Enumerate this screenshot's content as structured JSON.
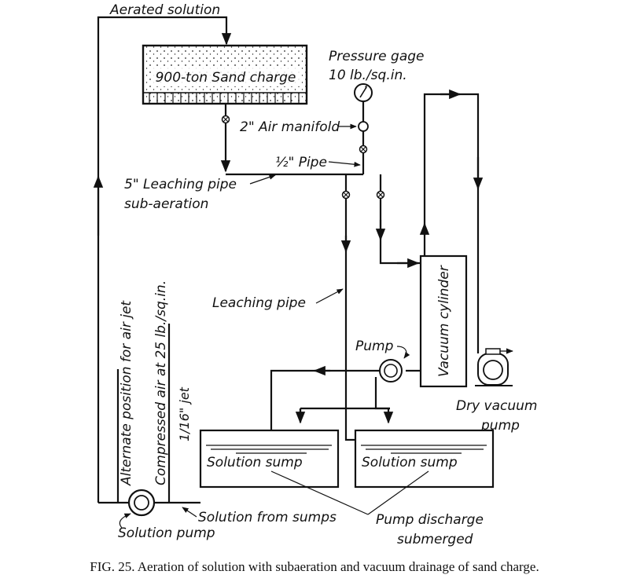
{
  "figure": {
    "caption": "FIG. 25. Aeration of solution with subaeration and vacuum drainage of sand charge."
  },
  "labels": {
    "aerated_solution": "Aerated solution",
    "sand_charge": "900-ton Sand charge",
    "pressure_gage_line1": "Pressure gage",
    "pressure_gage_line2": "10 lb./sq.in.",
    "air_manifold": "2\" Air manifold",
    "half_pipe": "½\" Pipe",
    "leaching_pipe_5_line1": "5\" Leaching pipe",
    "leaching_pipe_5_line2": "sub-aeration",
    "leaching_pipe": "Leaching pipe",
    "vacuum_cylinder": "Vacuum cylinder",
    "pump": "Pump",
    "dry_vacuum_pump_line1": "Dry vacuum",
    "dry_vacuum_pump_line2": "pump",
    "solution_sump_left": "Solution sump",
    "solution_sump_right": "Solution sump",
    "alternate_position": "Alternate position for air jet",
    "compressed_air": "Compressed air at 25 lb./sq.in.",
    "jet_size": "1/16\" jet",
    "solution_from_sumps": "Solution from sumps",
    "solution_pump": "Solution pump",
    "pump_discharge_line1": "Pump discharge",
    "pump_discharge_line2": "submerged"
  },
  "icons": {
    "valve": "valve-icon",
    "gauge": "pressure-gauge-icon",
    "pump": "pump-icon"
  }
}
